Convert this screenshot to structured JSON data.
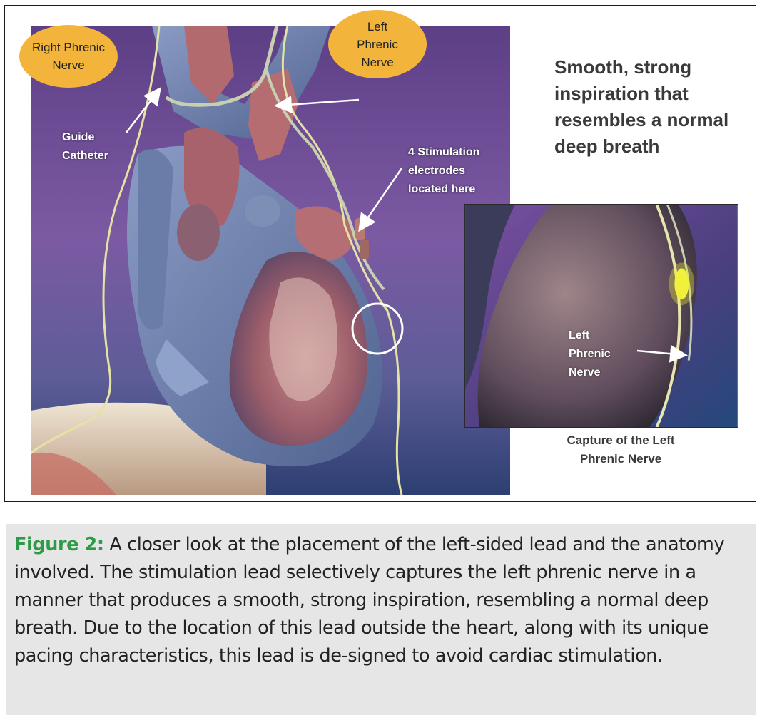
{
  "colors": {
    "callout_fill": "#f2b43b",
    "figure_label_green": "#2e9a48",
    "caption_bg": "#e6e6e7",
    "background_purple": "#6c4f8d"
  },
  "callouts": {
    "right_phrenic": "Right Phrenic\nNerve",
    "left_phrenic": "Left\nPhrenic\nNerve"
  },
  "labels": {
    "guide_catheter": "Guide\nCatheter",
    "electrodes": "4 Stimulation\nelectrodes\nlocated here",
    "inset_nerve": "Left\nPhrenic\nNerve"
  },
  "headline": "Smooth, strong\ninspiration that\nresembles a normal\ndeep breath",
  "inset_caption": "Capture of the Left\nPhrenic Nerve",
  "caption": {
    "lead": "Figure 2:",
    "body": " A closer look at the placement of the left-sided lead and the anatomy involved. The stimulation lead selectively captures the left phrenic nerve in a manner that produces a smooth, strong inspiration, resembling a normal deep breath. Due to the location of this lead outside the heart, along with its unique pacing characteristics, this lead is de-signed to avoid cardiac stimulation."
  }
}
